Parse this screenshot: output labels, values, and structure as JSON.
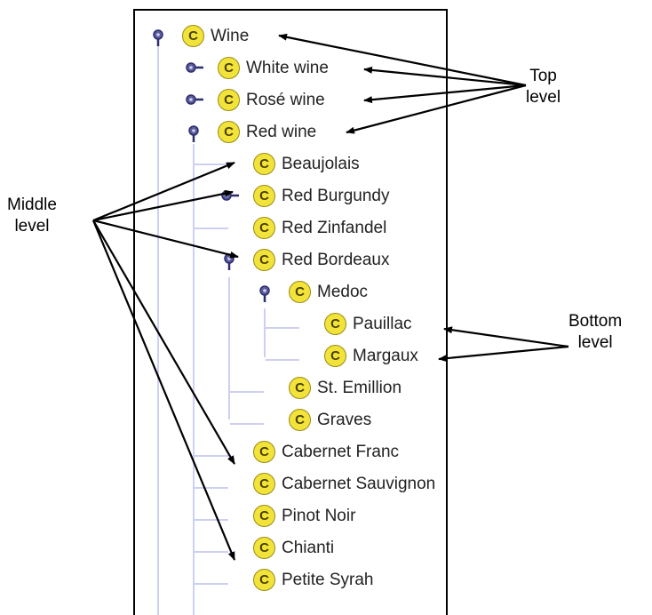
{
  "tree": {
    "nodes": [
      {
        "id": "wine",
        "badge": "C",
        "label": "Wine"
      },
      {
        "id": "white-wine",
        "badge": "C",
        "label": "White wine"
      },
      {
        "id": "rose-wine",
        "badge": "C",
        "label": "Rosé wine"
      },
      {
        "id": "red-wine",
        "badge": "C",
        "label": "Red wine"
      },
      {
        "id": "beaujolais",
        "badge": "C",
        "label": "Beaujolais"
      },
      {
        "id": "red-burgundy",
        "badge": "C",
        "label": "Red Burgundy"
      },
      {
        "id": "red-zinfandel",
        "badge": "C",
        "label": "Red Zinfandel"
      },
      {
        "id": "red-bordeaux",
        "badge": "C",
        "label": "Red Bordeaux"
      },
      {
        "id": "medoc",
        "badge": "C",
        "label": "Medoc"
      },
      {
        "id": "pauillac",
        "badge": "C",
        "label": "Pauillac"
      },
      {
        "id": "margaux",
        "badge": "C",
        "label": "Margaux"
      },
      {
        "id": "st-emillion",
        "badge": "C",
        "label": "St. Emillion"
      },
      {
        "id": "graves",
        "badge": "C",
        "label": "Graves"
      },
      {
        "id": "cabernet-franc",
        "badge": "C",
        "label": "Cabernet Franc"
      },
      {
        "id": "cabernet-sauvignon",
        "badge": "C",
        "label": "Cabernet Sauvignon"
      },
      {
        "id": "pinot-noir",
        "badge": "C",
        "label": "Pinot Noir"
      },
      {
        "id": "chianti",
        "badge": "C",
        "label": "Chianti"
      },
      {
        "id": "petite-syrah",
        "badge": "C",
        "label": "Petite Syrah"
      }
    ]
  },
  "callouts": {
    "top_level": {
      "line1": "Top",
      "line2": "level"
    },
    "middle_level": {
      "line1": "Middle",
      "line2": "level"
    },
    "bottom_level": {
      "line1": "Bottom",
      "line2": "level"
    }
  },
  "colors": {
    "badge_fill": "#f2e33a",
    "tree_line": "#cdd0f4",
    "toggle_handle": "#5a5a9c"
  }
}
